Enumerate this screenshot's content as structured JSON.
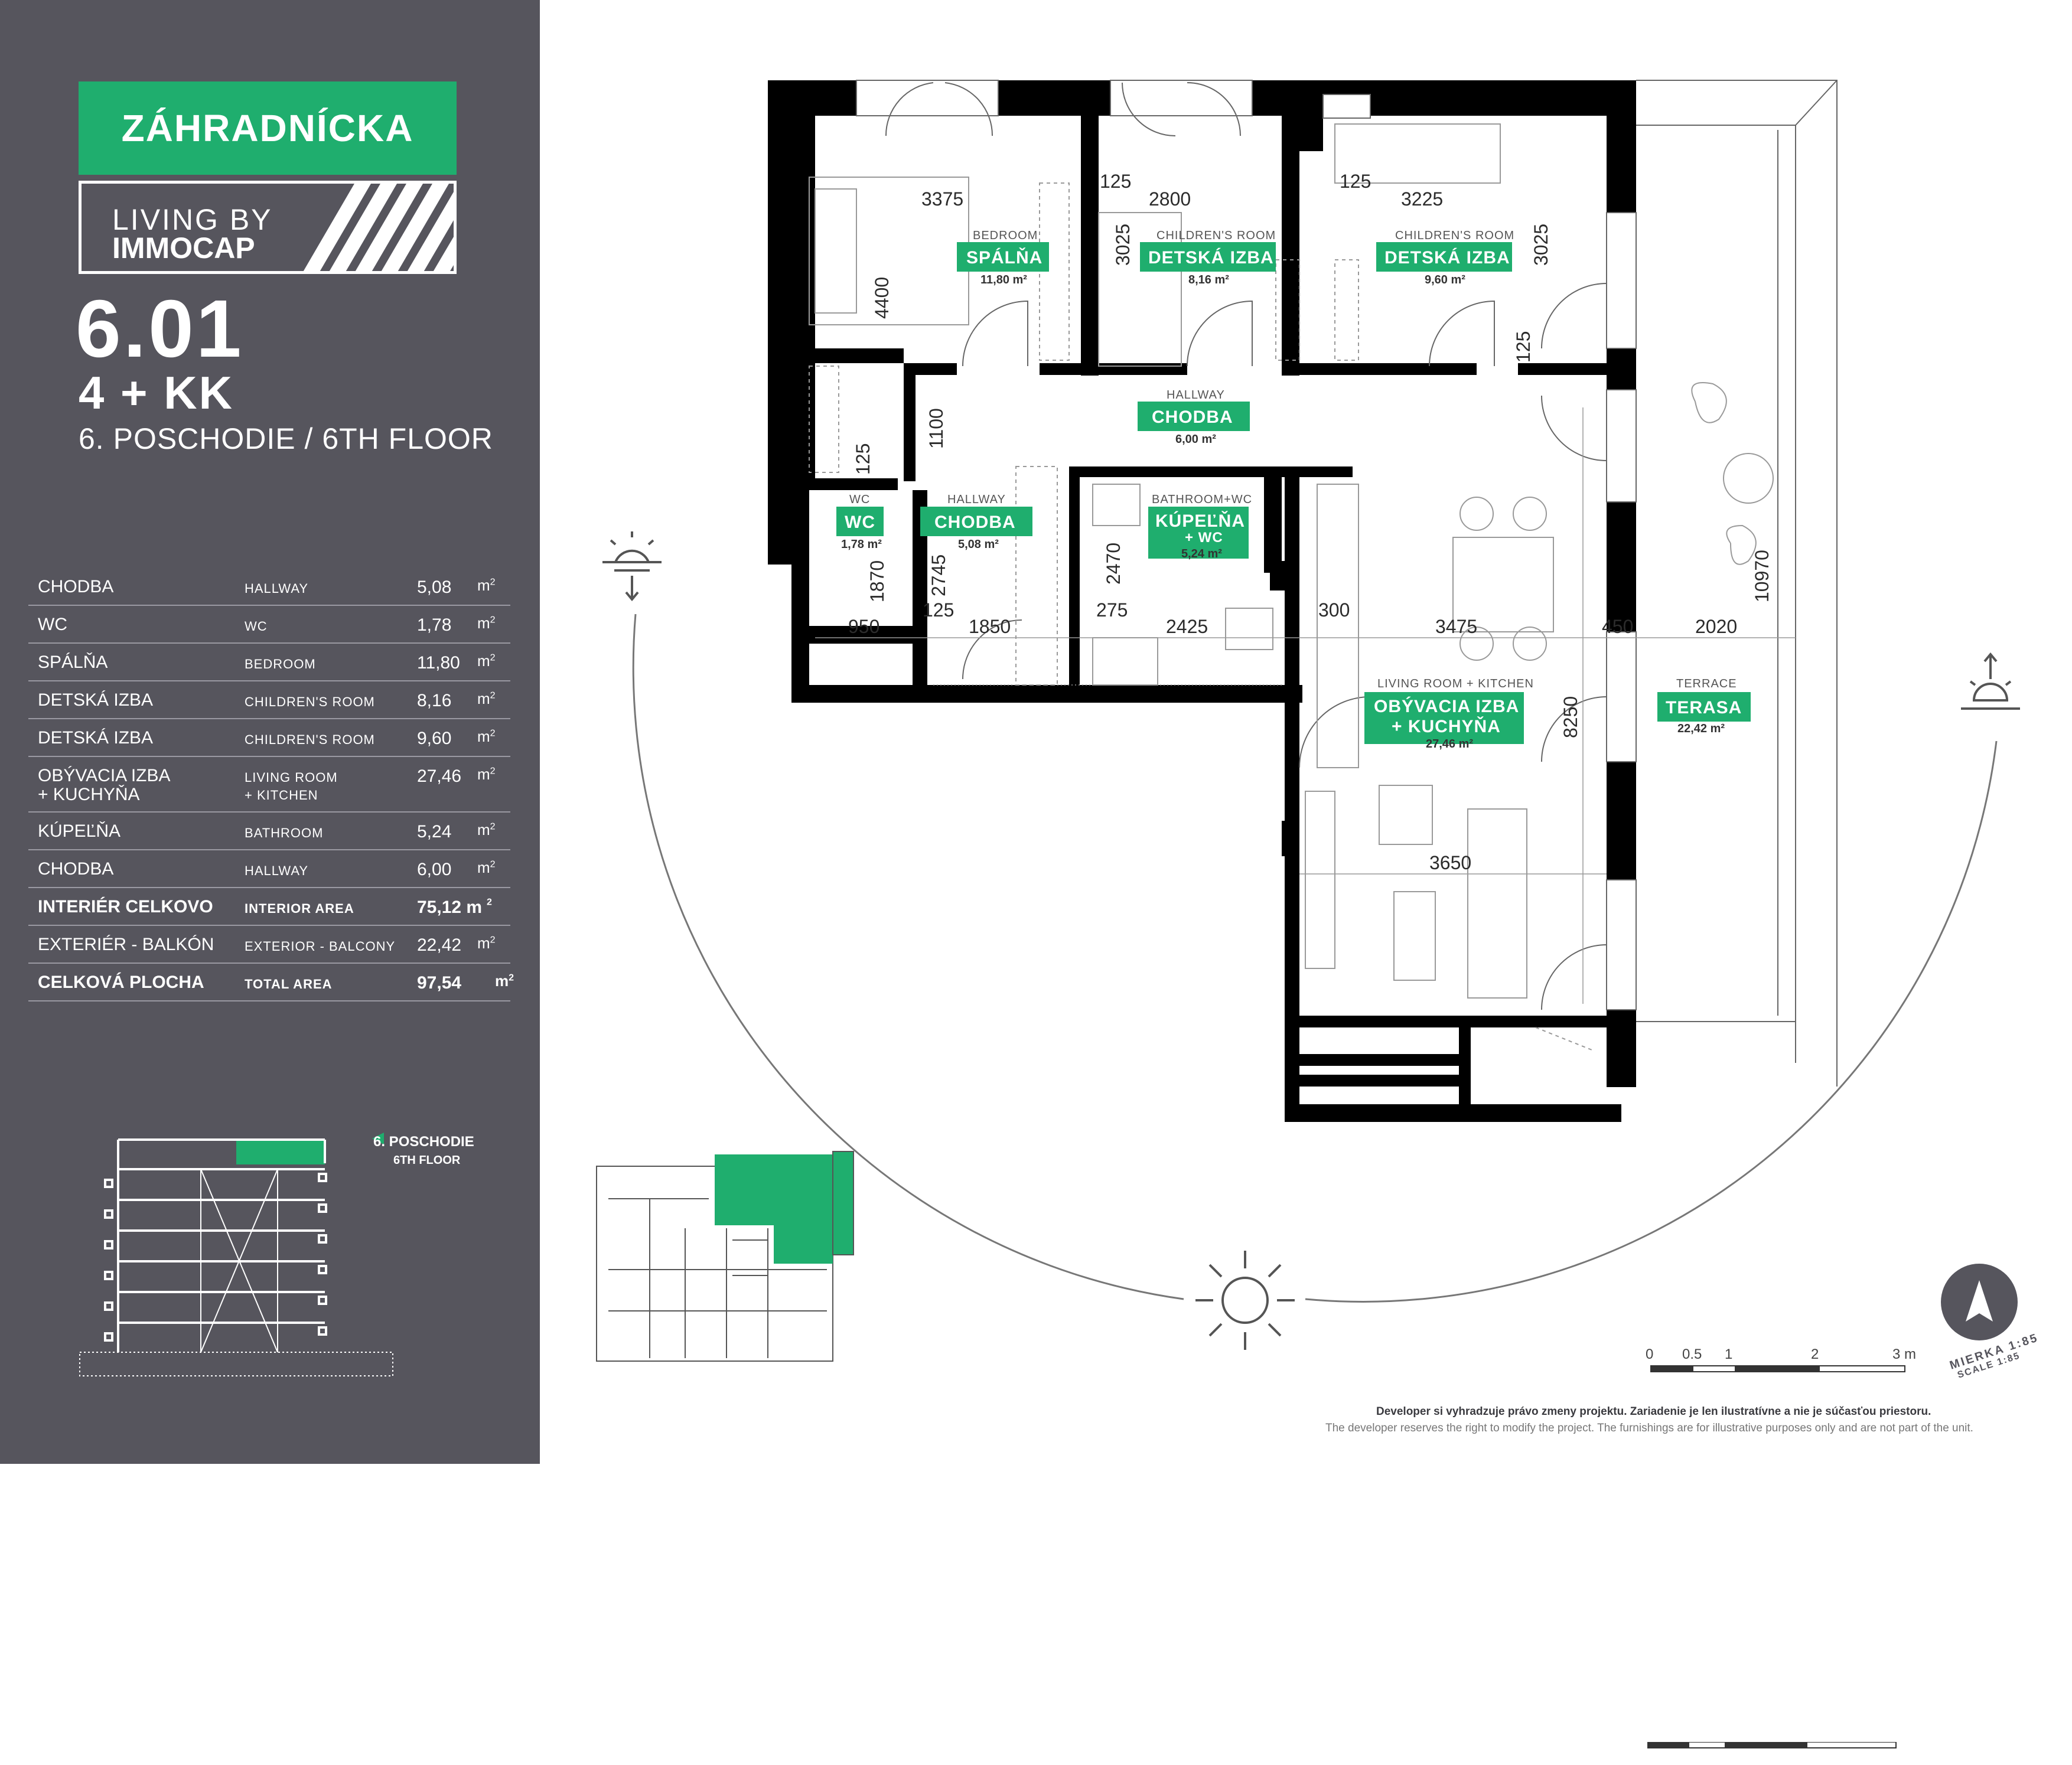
{
  "project": {
    "name": "ZÁHRADNÍCKA",
    "logo_line1": "LIVING BY",
    "logo_line2": "IMMOCAP"
  },
  "unit": {
    "code": "6.01",
    "type": "4 + KK",
    "floor": "6. POSCHODIE / 6TH FLOOR"
  },
  "area_table": [
    {
      "sk": "CHODBA",
      "en": "HALLWAY",
      "value": "5,08",
      "unit": "m",
      "bold": false
    },
    {
      "sk": "WC",
      "en": "WC",
      "value": "1,78",
      "unit": "m",
      "bold": false
    },
    {
      "sk": "SPÁLŇA",
      "en": "BEDROOM",
      "value": "11,80",
      "unit": "m",
      "bold": false
    },
    {
      "sk": "DETSKÁ IZBA",
      "en": "CHILDREN'S ROOM",
      "value": "8,16",
      "unit": "m",
      "bold": false
    },
    {
      "sk": "DETSKÁ IZBA",
      "en": "CHILDREN'S ROOM",
      "value": "9,60",
      "unit": "m",
      "bold": false
    },
    {
      "sk": "OBÝVACIA IZBA\n+ KUCHYŇA",
      "en": "LIVING ROOM\n+ KITCHEN",
      "value": "27,46",
      "unit": "m",
      "bold": false,
      "tall": true
    },
    {
      "sk": "KÚPEĽŇA",
      "en": "BATHROOM",
      "value": "5,24",
      "unit": "m",
      "bold": false
    },
    {
      "sk": "CHODBA",
      "en": "HALLWAY",
      "value": "6,00",
      "unit": "m",
      "bold": false
    },
    {
      "sk": "INTERIÉR CELKOVO",
      "en": "INTERIOR AREA",
      "value": "75,12 m",
      "unit": "",
      "bold": true
    },
    {
      "sk": "EXTERIÉR - BALKÓN",
      "en": "EXTERIOR - BALCONY",
      "value": "22,42",
      "unit": "m",
      "bold": false
    },
    {
      "sk": "CELKOVÁ PLOCHA",
      "en": "TOTAL AREA",
      "value": "97,54",
      "unit": "m",
      "bold": true
    }
  ],
  "section": {
    "label_sk": "6. POSCHODIE",
    "label_en": "6TH FLOOR"
  },
  "rooms": {
    "bedroom": {
      "en": "BEDROOM",
      "sk": "SPÁLŇA",
      "area": "11,80 m²"
    },
    "child1": {
      "en": "CHILDREN'S ROOM",
      "sk": "DETSKÁ IZBA",
      "area": "8,16 m²"
    },
    "child2": {
      "en": "CHILDREN'S ROOM",
      "sk": "DETSKÁ IZBA",
      "area": "9,60 m²"
    },
    "hallway1": {
      "en": "HALLWAY",
      "sk": "CHODBA",
      "area": "6,00 m²"
    },
    "wc": {
      "en": "WC",
      "sk": "WC",
      "area": "1,78 m²"
    },
    "hallway2": {
      "en": "HALLWAY",
      "sk": "CHODBA",
      "area": "5,08 m²"
    },
    "bathroom": {
      "en": "BATHROOM+WC",
      "sk1": "KÚPEĽŇA",
      "sk2": "+ WC",
      "area": "5,24 m²"
    },
    "living": {
      "en": "LIVING ROOM + KITCHEN",
      "sk1": "OBÝVACIA IZBA",
      "sk2": "+ KUCHYŇA",
      "area": "27,46 m²"
    },
    "terrace": {
      "en": "TERRACE",
      "sk": "TERASA",
      "area": "22,42 m²"
    }
  },
  "dimensions": {
    "d3375": "3375",
    "d2800": "2800",
    "d3225": "3225",
    "d125a": "125",
    "d125b": "125",
    "d3025a": "3025",
    "d3025b": "3025",
    "d4400": "4400",
    "d1100": "1100",
    "d125c": "125",
    "d125d": "125",
    "d1870": "1870",
    "d2745": "2745",
    "d2470": "2470",
    "d950": "950",
    "d125e": "125",
    "d1850": "1850",
    "d275": "275",
    "d2425": "2425",
    "d300": "300",
    "d3475": "3475",
    "d450": "450",
    "d2020": "2020",
    "d10970": "10970",
    "d8250": "8250",
    "d3650": "3650"
  },
  "scale": {
    "ticks": [
      "0",
      "0.5",
      "1",
      "2",
      "3 m"
    ],
    "label_sk": "MIERKA 1:85",
    "label_en": "SCALE 1:85"
  },
  "disclaimer": {
    "sk": "Developer si vyhradzuje právo zmeny projektu. Zariadenie je len ilustratívne a nie je súčasťou priestoru.",
    "en": "The developer reserves the right to modify the project. The furnishings are for illustrative purposes only and are not part of the unit."
  },
  "colors": {
    "accent": "#1fae6e",
    "sidebar": "#56555d",
    "wall": "#000000"
  },
  "icons": [
    "sunrise-icon",
    "sunset-icon",
    "sun-icon",
    "north-arrow-icon"
  ]
}
